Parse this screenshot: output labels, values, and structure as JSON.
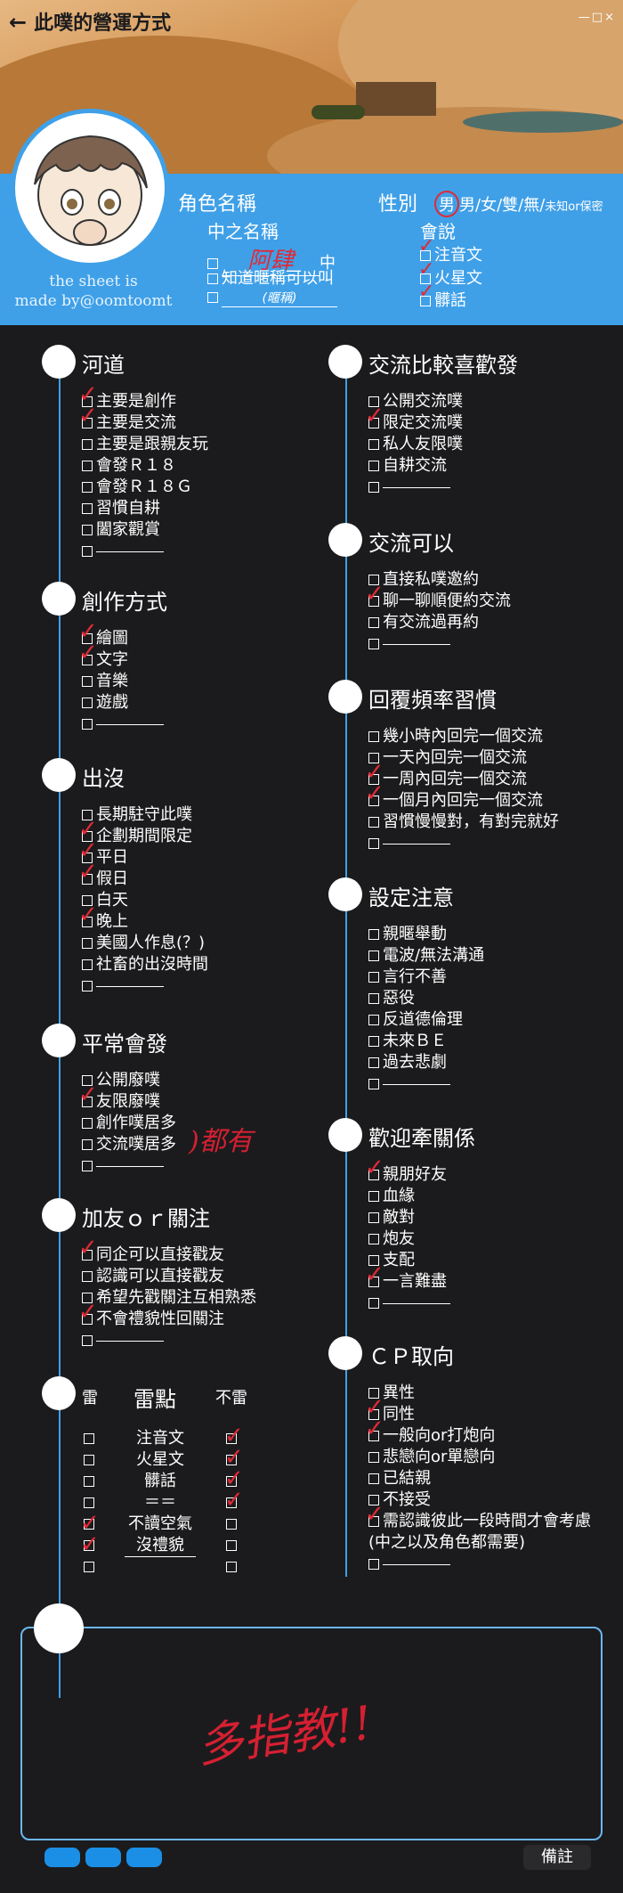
{
  "header": {
    "title": "此噗的營運方式",
    "win_controls": "—□×"
  },
  "credit": {
    "line1": "the sheet is",
    "line2": "made by@oomtoomt"
  },
  "profile": {
    "role_name_label": "角色名稱",
    "gender_label": "性別",
    "gender_options": "男/女/雙/無/",
    "gender_extra": "未知or保密",
    "gender_selected": "男",
    "nickname_label": "中之名稱",
    "nickname_value": "阿肆",
    "nickname_suffix": "中",
    "nickname_opt2": "知道暱稱可以叫",
    "nickname_opt3": "(暱稱)",
    "speaks_label": "會說",
    "speaks": [
      "注音文",
      "火星文",
      "髒話"
    ]
  },
  "left_sections": [
    {
      "title": "河道",
      "items": [
        {
          "t": "主要是創作",
          "c": true
        },
        {
          "t": "主要是交流",
          "c": true
        },
        {
          "t": "主要是跟親友玩",
          "c": false
        },
        {
          "t": "會發Ｒ１８",
          "c": false
        },
        {
          "t": "會發Ｒ１８Ｇ",
          "c": false
        },
        {
          "t": "習慣自耕",
          "c": false
        },
        {
          "t": "闔家觀賞",
          "c": false
        },
        {
          "t": "",
          "c": false
        }
      ]
    },
    {
      "title": "創作方式",
      "items": [
        {
          "t": "繪圖",
          "c": true
        },
        {
          "t": "文字",
          "c": true
        },
        {
          "t": "音樂",
          "c": false
        },
        {
          "t": "遊戲",
          "c": false
        },
        {
          "t": "",
          "c": false
        }
      ]
    },
    {
      "title": "出沒",
      "items": [
        {
          "t": "長期駐守此噗",
          "c": false
        },
        {
          "t": "企劃期間限定",
          "c": true
        },
        {
          "t": "平日",
          "c": true
        },
        {
          "t": "假日",
          "c": true
        },
        {
          "t": "白天",
          "c": false
        },
        {
          "t": "晚上",
          "c": true
        },
        {
          "t": "美國人作息(？)",
          "c": false
        },
        {
          "t": "社畜的出沒時間",
          "c": false
        },
        {
          "t": "",
          "c": false
        }
      ]
    },
    {
      "title": "平常會發",
      "items": [
        {
          "t": "公開廢噗",
          "c": false
        },
        {
          "t": "友限廢噗",
          "c": true
        },
        {
          "t": "創作噗居多",
          "c": false
        },
        {
          "t": "交流噗居多",
          "c": false
        },
        {
          "t": "",
          "c": false
        }
      ]
    },
    {
      "title": "加友ｏｒ關注",
      "items": [
        {
          "t": "同企可以直接戳友",
          "c": true
        },
        {
          "t": "認識可以直接戳友",
          "c": false
        },
        {
          "t": "希望先戳關注互相熟悉",
          "c": false
        },
        {
          "t": "不會禮貌性回關注",
          "c": true
        },
        {
          "t": "",
          "c": false
        }
      ]
    }
  ],
  "note_all": ")都有",
  "right_sections": [
    {
      "title": "交流比較喜歡發",
      "items": [
        {
          "t": "公開交流噗",
          "c": false
        },
        {
          "t": "限定交流噗",
          "c": true
        },
        {
          "t": "私人友限噗",
          "c": false
        },
        {
          "t": "自耕交流",
          "c": false
        },
        {
          "t": "",
          "c": false
        }
      ]
    },
    {
      "title": "交流可以",
      "items": [
        {
          "t": "直接私噗邀約",
          "c": false
        },
        {
          "t": "聊一聊順便約交流",
          "c": true
        },
        {
          "t": "有交流過再約",
          "c": false
        },
        {
          "t": "",
          "c": false
        }
      ]
    },
    {
      "title": "回覆頻率習慣",
      "items": [
        {
          "t": "幾小時內回完一個交流",
          "c": false
        },
        {
          "t": "一天內回完一個交流",
          "c": false
        },
        {
          "t": "一周內回完一個交流",
          "c": true
        },
        {
          "t": "一個月內回完一個交流",
          "c": true
        },
        {
          "t": "習慣慢慢對，有對完就好",
          "c": false
        },
        {
          "t": "",
          "c": false
        }
      ]
    },
    {
      "title": "設定注意",
      "items": [
        {
          "t": "親暱舉動",
          "c": false
        },
        {
          "t": "電波/無法溝通",
          "c": false
        },
        {
          "t": "言行不善",
          "c": false
        },
        {
          "t": "惡役",
          "c": false
        },
        {
          "t": "反道德倫理",
          "c": false
        },
        {
          "t": "未來ＢＥ",
          "c": false
        },
        {
          "t": "過去悲劇",
          "c": false
        },
        {
          "t": "",
          "c": false
        }
      ]
    },
    {
      "title": "歡迎牽關係",
      "items": [
        {
          "t": "親朋好友",
          "c": true
        },
        {
          "t": "血緣",
          "c": false
        },
        {
          "t": "敵對",
          "c": false
        },
        {
          "t": "炮友",
          "c": false
        },
        {
          "t": "支配",
          "c": false
        },
        {
          "t": "一言難盡",
          "c": true
        },
        {
          "t": "",
          "c": false
        }
      ]
    },
    {
      "title": "ＣＰ取向",
      "items": [
        {
          "t": "異性",
          "c": false
        },
        {
          "t": "同性",
          "c": true
        },
        {
          "t": "一般向or打炮向",
          "c": true
        },
        {
          "t": "悲戀向or單戀向",
          "c": false
        },
        {
          "t": "已結親",
          "c": false
        },
        {
          "t": "不接受",
          "c": false
        },
        {
          "t": "需認識彼此一段時間才會考慮",
          "c": true
        },
        {
          "t": "(中之以及角色都需要)",
          "c": false,
          "nobox": true
        },
        {
          "t": "",
          "c": false
        }
      ]
    }
  ],
  "lei": {
    "title": "雷點",
    "left_header": "雷",
    "right_header": "不雷",
    "rows": [
      {
        "t": "注音文",
        "lei": false,
        "ok": true
      },
      {
        "t": "火星文",
        "lei": false,
        "ok": true
      },
      {
        "t": "髒話",
        "lei": false,
        "ok": true
      },
      {
        "t": "＝＝",
        "lei": false,
        "ok": true
      },
      {
        "t": "不讀空氣",
        "lei": true,
        "ok": false
      },
      {
        "t": "沒禮貌",
        "lei": true,
        "ok": false
      },
      {
        "t": "",
        "lei": false,
        "ok": false
      }
    ]
  },
  "note": {
    "greeting": "多指教!!",
    "button": "備註"
  },
  "colors": {
    "accent": "#3fa0e8",
    "bg": "#1b1b1d",
    "check": "#e02a36"
  }
}
